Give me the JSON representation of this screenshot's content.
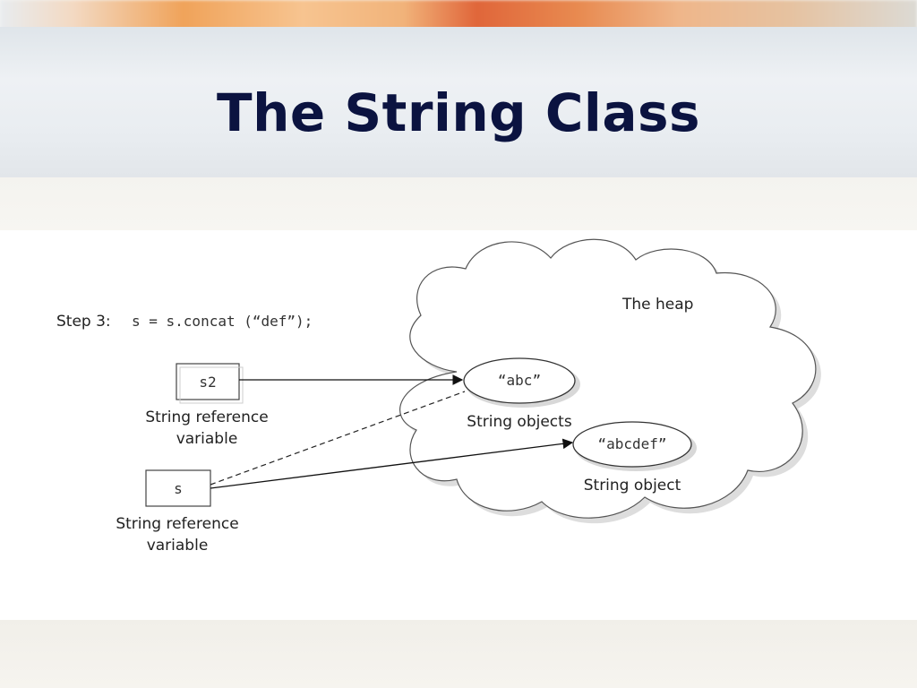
{
  "slide": {
    "title": "The String Class"
  },
  "diagram": {
    "step_label": "Step 3:",
    "code": "s = s.concat (“def”);",
    "heap_label": "The heap",
    "var_s2": {
      "name": "s2",
      "caption_line1": "String reference",
      "caption_line2": "variable"
    },
    "var_s": {
      "name": "s",
      "caption_line1": "String reference",
      "caption_line2": "variable"
    },
    "obj_abc": {
      "value": "“abc”",
      "caption": "String objects"
    },
    "obj_abcdef": {
      "value": "“abcdef”",
      "caption": "String object"
    }
  }
}
